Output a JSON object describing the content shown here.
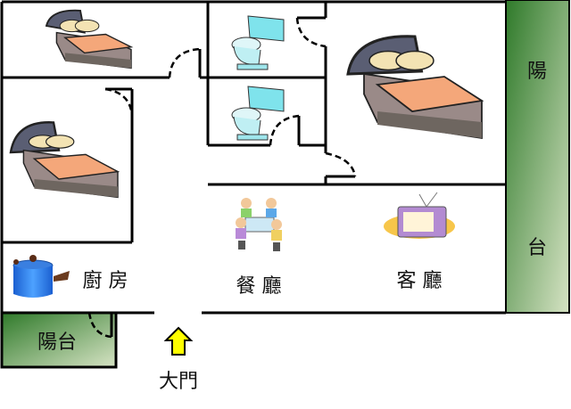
{
  "rooms": {
    "kitchen": "廚 房",
    "dining": "餐 廳",
    "living": "客 廳",
    "balcony_right_top": "陽",
    "balcony_right_bottom": "台",
    "balcony_bottom": "陽台",
    "entrance": "大門"
  },
  "colors": {
    "wall": "#000000",
    "balcony_dark": "#2f7a2a",
    "balcony_light": "#d6e3c4",
    "arrow": "#ffff00"
  }
}
